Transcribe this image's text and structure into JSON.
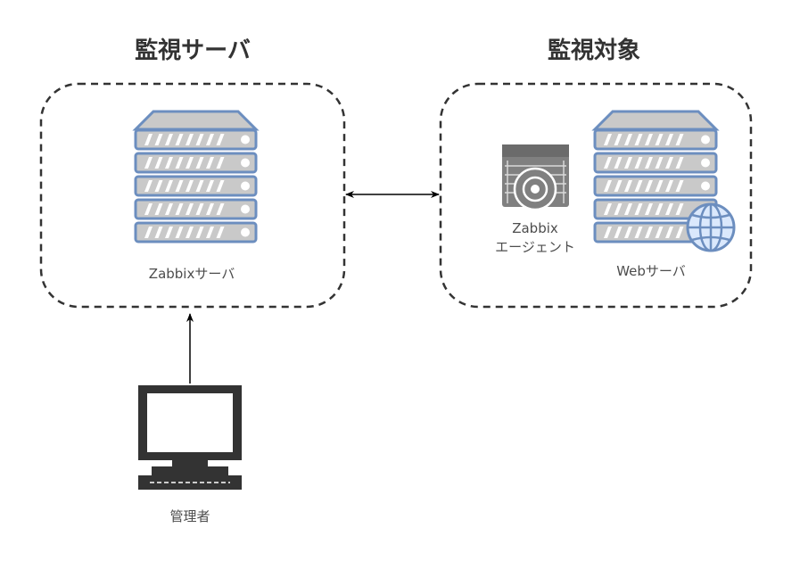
{
  "titles": {
    "monitoring_server": "監視サーバ",
    "monitoring_target": "監視対象"
  },
  "labels": {
    "zabbix_server": "Zabbixサーバ",
    "zabbix_agent_line1": "Zabbix",
    "zabbix_agent_line2": "エージェント",
    "web_server": "Webサーバ",
    "administrator": "管理者"
  },
  "colors": {
    "server_fill": "#dae8fc",
    "server_stroke": "#6c8ebf",
    "server_body": "#c9c9c9",
    "stripe": "#ffffff",
    "dashed_border": "#333333",
    "agent_icon": "#808080",
    "monitor": "#333333",
    "globe_fill": "#dae8fc",
    "globe_stroke": "#6c8ebf"
  },
  "icons": {
    "server": "server-rack-icon",
    "agent": "agent-disk-icon",
    "globe": "globe-icon",
    "admin": "computer-monitor-icon"
  }
}
